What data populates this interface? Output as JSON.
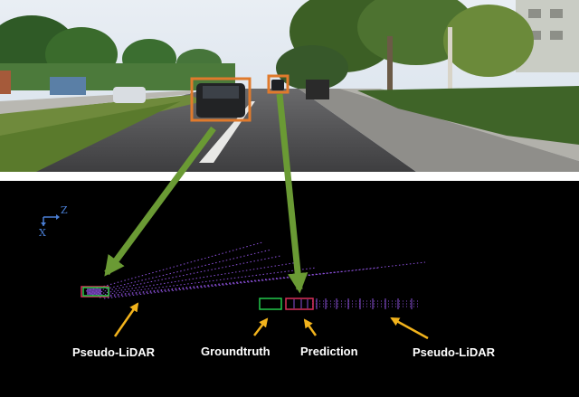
{
  "labels": {
    "pseudo_lidar_left": "Pseudo-LiDAR",
    "groundtruth": "Groundtruth",
    "prediction": "Prediction",
    "pseudo_lidar_right": "Pseudo-LiDAR"
  },
  "axes": {
    "z": "Z",
    "x": "X"
  },
  "colors": {
    "detection_box": "#e07a2c",
    "mapping_arrow": "#6a9a34",
    "pointer_arrow": "#f2b31c",
    "groundtruth_box": "#22c84a",
    "prediction_box": "#d9305a",
    "point_cloud": "#8a4fd8",
    "axis": "#4a7fd6"
  }
}
